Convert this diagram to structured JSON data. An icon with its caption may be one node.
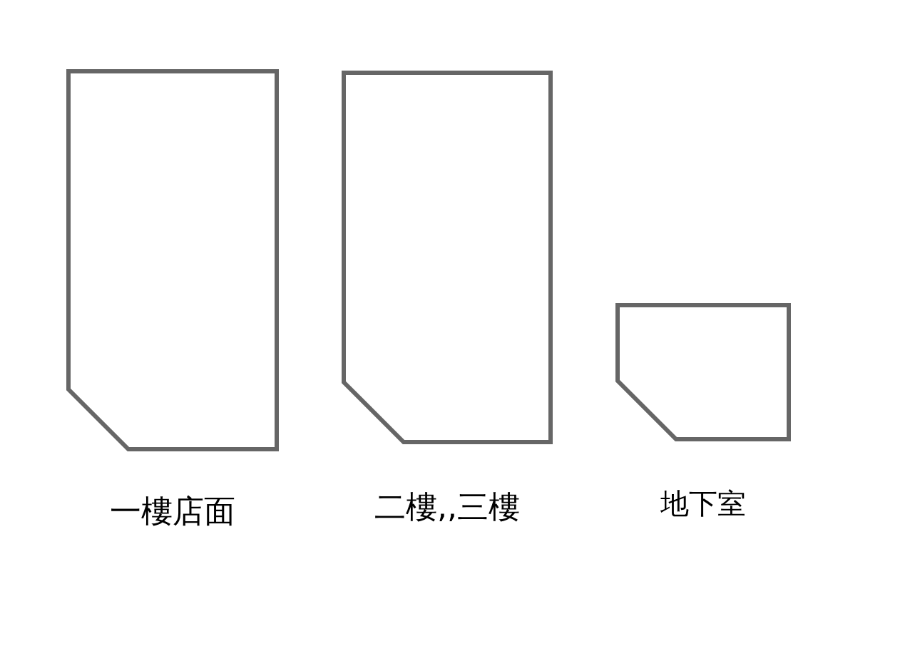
{
  "diagram": {
    "nodes": [
      {
        "text": [
          "一樓店面"
        ]
      },
      {
        "text": [
          "二樓,,三樓"
        ]
      },
      {
        "text": [
          "地下室"
        ]
      }
    ]
  }
}
